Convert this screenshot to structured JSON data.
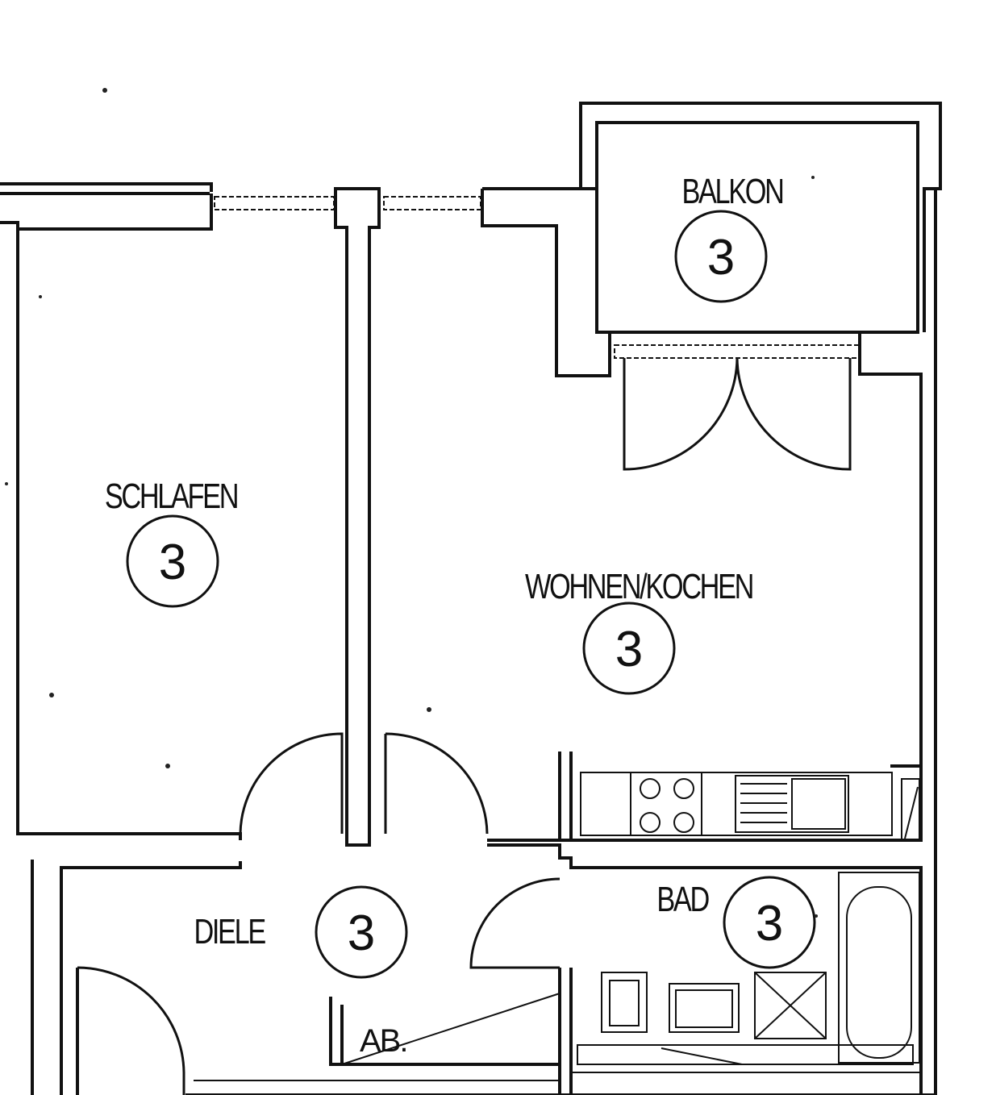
{
  "rooms": {
    "balkon": {
      "label": "BALKON",
      "number": "3"
    },
    "schlafen": {
      "label": "SCHLAFEN",
      "number": "3"
    },
    "wohnen_kochen": {
      "label": "WOHNEN/KOCHEN",
      "number": "3"
    },
    "diele": {
      "label": "DIELE",
      "number": "3"
    },
    "bad": {
      "label": "BAD",
      "number": "3"
    },
    "abstellraum": {
      "label": "AB."
    }
  }
}
